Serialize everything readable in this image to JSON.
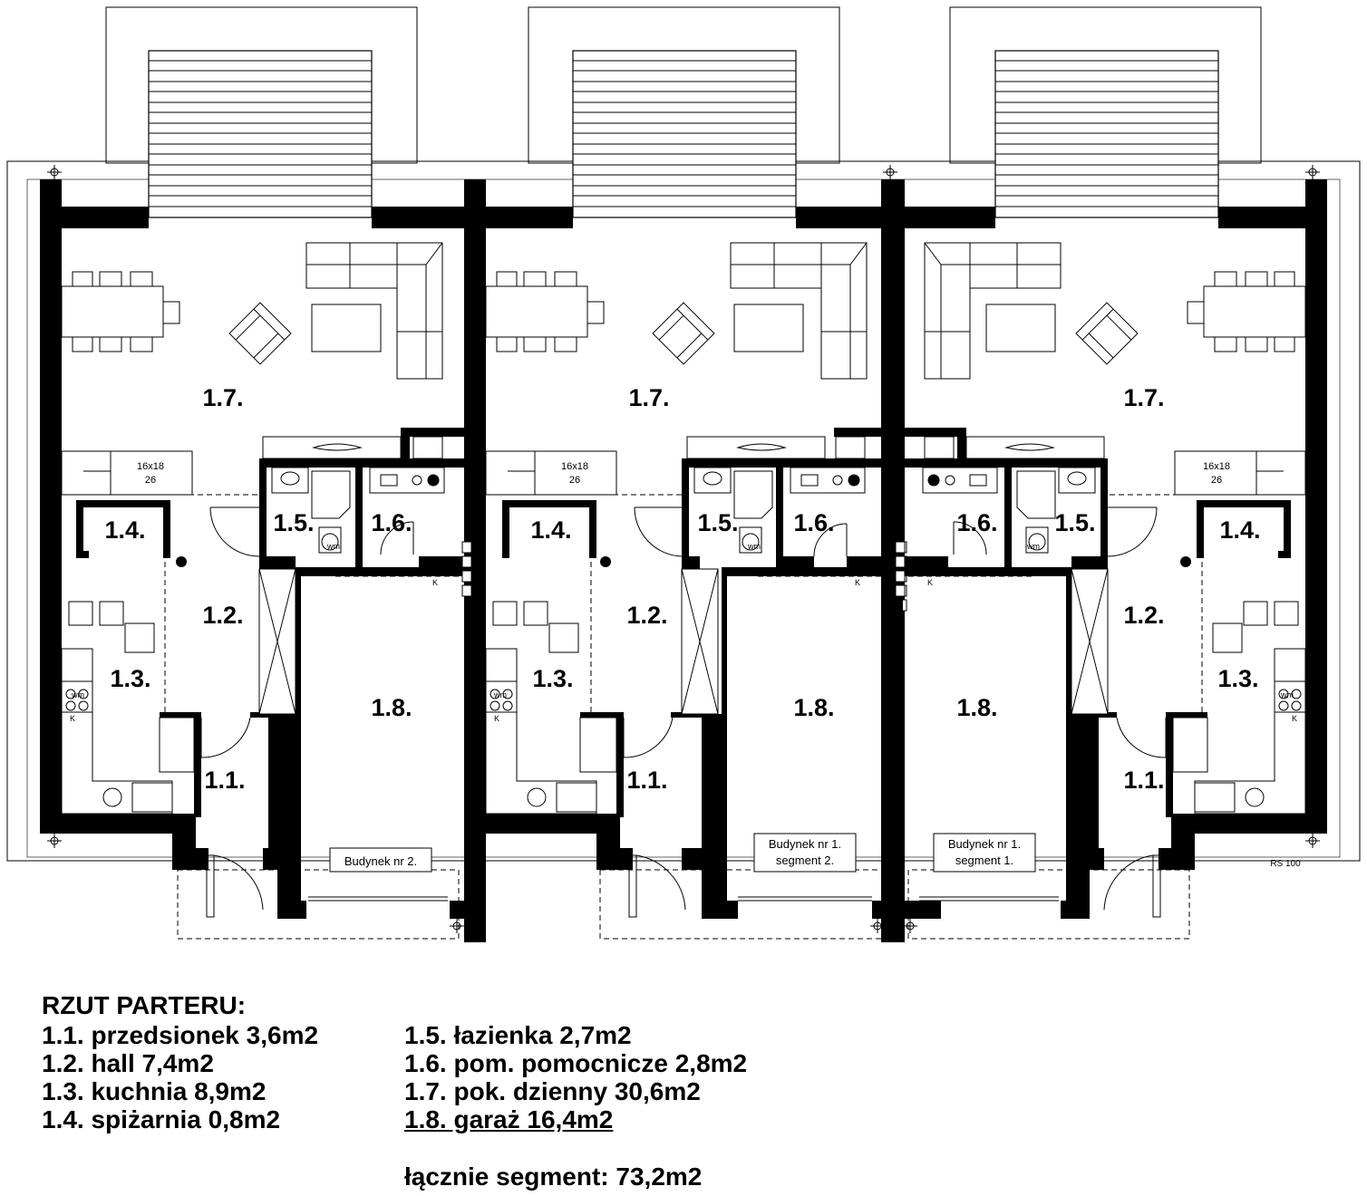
{
  "segments": [
    {
      "name": "Budynek nr 2.",
      "rooms": {
        "r17": "1.7.",
        "r14": "1.4.",
        "r15": "1.5.",
        "r16": "1.6.",
        "r12": "1.2.",
        "r13": "1.3.",
        "r11": "1.1.",
        "r18": "1.8."
      },
      "stair_label": "16x18",
      "stair_count": "26",
      "wm_label": "wm",
      "k_label": "K"
    },
    {
      "name_lines": [
        "Budynek nr 1.",
        "segment 2."
      ],
      "rooms": {
        "r17": "1.7.",
        "r14": "1.4.",
        "r15": "1.5.",
        "r16": "1.6.",
        "r12": "1.2.",
        "r13": "1.3.",
        "r11": "1.1.",
        "r18": "1.8."
      },
      "stair_label": "16x18",
      "stair_count": "26",
      "wm_label": "wm",
      "k_label": "K"
    },
    {
      "name_lines": [
        "Budynek nr 1.",
        "segment 1."
      ],
      "rooms": {
        "r17": "1.7.",
        "r14": "1.4.",
        "r15": "1.5.",
        "r16": "1.6.",
        "r12": "1.2.",
        "r13": "1.3.",
        "r11": "1.1.",
        "r18": "1.8."
      },
      "stair_label": "16x18",
      "stair_count": "26",
      "wm_label": "wm",
      "k_label": "K"
    }
  ],
  "section_mark": "RS 100",
  "legend": {
    "title": "RZUT PARTERU:",
    "left": [
      "1.1. przedsionek 3,6m2",
      "1.2. hall 7,4m2",
      "1.3. kuchnia 8,9m2",
      "1.4. spiżarnia 0,8m2"
    ],
    "right": [
      "1.5. łazienka 2,7m2",
      "1.6. pom. pomocnicze 2,8m2",
      "1.7. pok. dzienny 30,6m2"
    ],
    "right_underlined": "1.8. garaż 16,4m2",
    "total": "łącznie segment: 73,2m2"
  },
  "colors": {
    "ink": "#000000",
    "paper": "#ffffff"
  }
}
